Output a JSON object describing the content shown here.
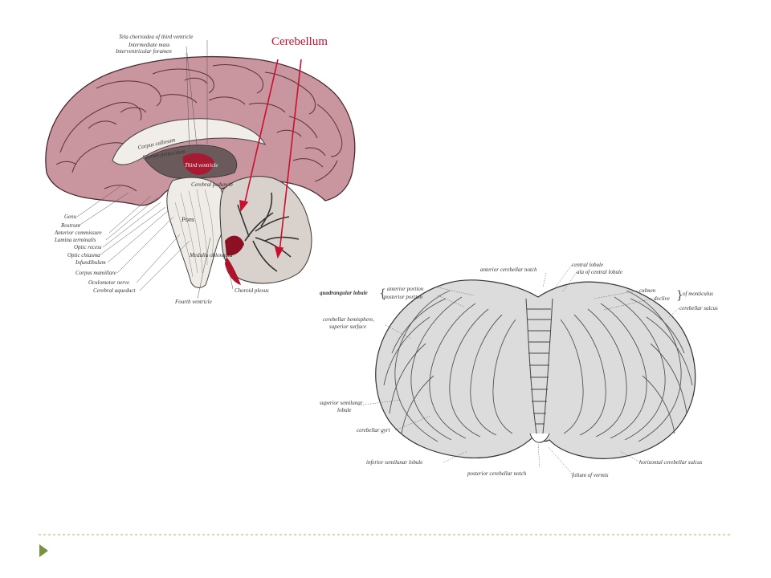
{
  "colors": {
    "accent_red": "#c8102e",
    "brain_fill": "#c9959f",
    "footer_line": "#9bbb59",
    "bullet": "#77933c"
  },
  "sagittal": {
    "title": "Cerebellum",
    "labels": {
      "tela": "Tela chorioidea of third ventricle",
      "intermediate": "Intermediate mass",
      "interventricular": "Interventricular foramen",
      "corpus_callosum": "Corpus callosum",
      "septum": "Septum pellucidum",
      "third_ventricle": "Third ventricle",
      "cerebral_peduncle": "Cerebral peduncle",
      "pons": "Pons",
      "medulla": "Medulla oblongata",
      "genu": "Genu",
      "rostrum": "Rostrum",
      "anterior_commissure": "Anterior commissure",
      "lamina": "Lamina terminalis",
      "optic_recess": "Optic recess",
      "optic_chiasma": "Optic chiasma",
      "infundibulum": "Infundibulum",
      "corpus_mamillare": "Corpus mamillare",
      "oculomotor": "Oculomotor nerve",
      "aqueduct": "Cerebral aqueduct",
      "fourth_ventricle": "Fourth ventricle",
      "choroid": "Choroid plexus"
    }
  },
  "superior_view": {
    "labels": {
      "anterior_notch": "anterior cerebellar notch",
      "central_lobule": "central lobule",
      "ala": "ala of central lobule",
      "quadrangular": "quadrangular lobule",
      "anterior_portion": "anterior portion",
      "posterior_portion": "posterior portion",
      "culmen": "culmen",
      "declive": "declive",
      "monticulus": "of monticulus",
      "cerebellar_sulcus": "cerebellar sulcus",
      "hemisphere": "cerebellar hemisphere,",
      "superior_surface": "superior surface",
      "semilunar": "superior semilunar",
      "lobule": "lobule",
      "gyri": "cerebellar gyri",
      "inferior_semilunar": "inferior semilunar lobule",
      "posterior_notch": "posterior cerebellar notch",
      "folium": "folium of vermis",
      "horizontal": "horizontal cerebellar sulcus"
    }
  }
}
